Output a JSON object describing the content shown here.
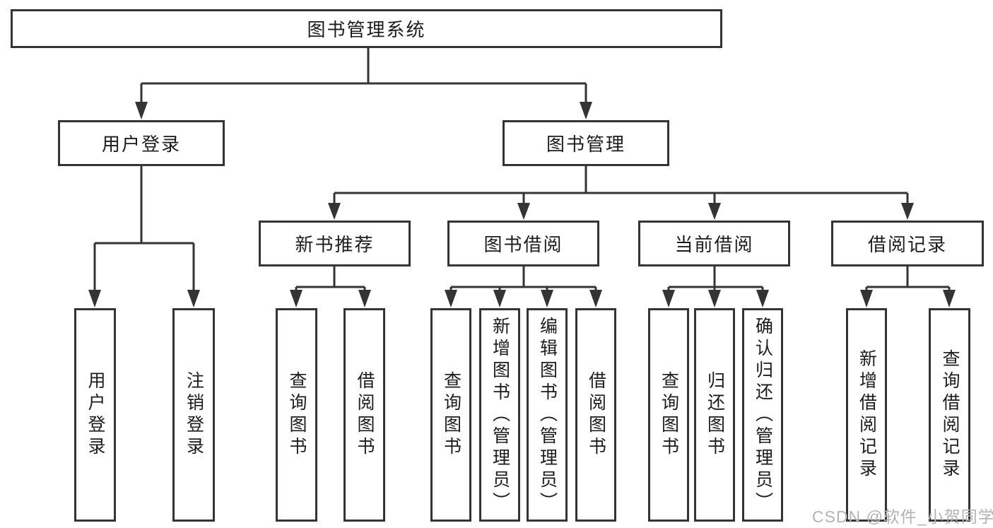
{
  "diagram": {
    "type": "hierarchy-tree",
    "colors": {
      "line": "#343434",
      "box_border": "#343434",
      "text": "#1c1c1c",
      "watermark": "#b3b3b7",
      "background": "#ffffff"
    },
    "nodes": {
      "root": {
        "label": "图书管理系统"
      },
      "user_login": {
        "label": "用户登录",
        "parent": "root"
      },
      "book_management": {
        "label": "图书管理",
        "parent": "root"
      },
      "login": {
        "label": "用户登录",
        "parent": "user_login"
      },
      "logout": {
        "label": "注销登录",
        "parent": "user_login"
      },
      "new_book_recommend": {
        "label": "新书推荐",
        "parent": "book_management"
      },
      "book_borrow": {
        "label": "图书借阅",
        "parent": "book_management"
      },
      "current_borrow": {
        "label": "当前借阅",
        "parent": "book_management"
      },
      "borrow_records": {
        "label": "借阅记录",
        "parent": "book_management"
      },
      "nbr_query_books": {
        "label": "查询图书",
        "parent": "new_book_recommend"
      },
      "nbr_borrow_books": {
        "label": "借阅图书",
        "parent": "new_book_recommend"
      },
      "bb_query_books": {
        "label": "查询图书",
        "parent": "book_borrow"
      },
      "bb_add_books": {
        "label": "新增图书（管理员）",
        "parent": "book_borrow"
      },
      "bb_edit_books": {
        "label": "编辑图书（管理员）",
        "parent": "book_borrow"
      },
      "bb_borrow_books": {
        "label": "借阅图书",
        "parent": "book_borrow"
      },
      "cb_query_books": {
        "label": "查询图书",
        "parent": "current_borrow"
      },
      "cb_return_books": {
        "label": "归还图书",
        "parent": "current_borrow"
      },
      "cb_confirm_return": {
        "label": "确认归还（管理员）",
        "parent": "current_borrow"
      },
      "br_add_record": {
        "label": "新增借阅记录",
        "parent": "borrow_records"
      },
      "br_query_record": {
        "label": "查询借阅记录",
        "parent": "borrow_records"
      }
    },
    "watermark": {
      "text": "CSDN @软件_小贺同学"
    }
  }
}
